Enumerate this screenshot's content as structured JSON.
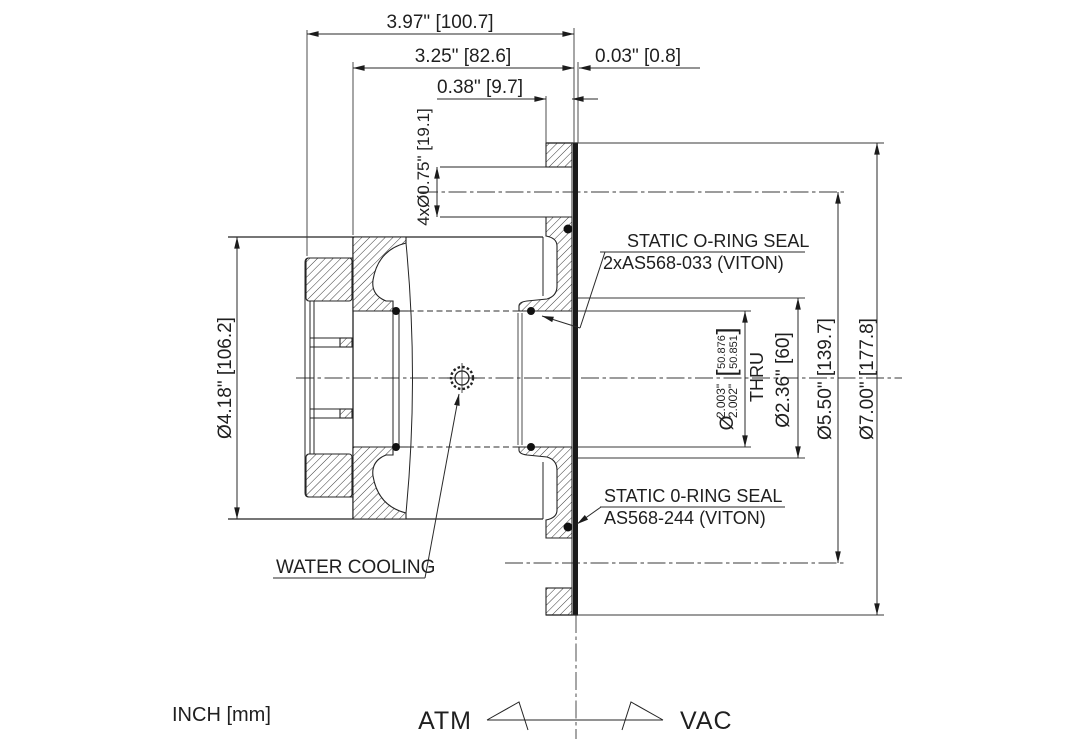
{
  "colors": {
    "ink": "#1f1f1f",
    "line": "#2a2a2a",
    "background": "#ffffff"
  },
  "dims": {
    "overall": {
      "label": "3.97\" [100.7]"
    },
    "insertion": {
      "label": "3.25\" [82.6]"
    },
    "lip": {
      "label": "0.03\" [0.8]"
    },
    "thickness": {
      "label": "0.38\" [9.7]"
    },
    "bolt_holes": {
      "label": "4xØ0.75\" [19.1]"
    },
    "body_od": {
      "label": "Ø4.18\" [106.2]"
    },
    "bore": {
      "dia": "Ø",
      "in_upper": "2.003\"",
      "in_lower": "2.002\"",
      "bracket_open": "[",
      "mm_upper": "50.876",
      "mm_lower": "50.851",
      "bracket_close": "]",
      "thru": "THRU"
    },
    "counterbore": {
      "label": "Ø2.36\" [60]"
    },
    "bolt_circle": {
      "label": "Ø5.50\" [139.7]"
    },
    "flange_od": {
      "label": "Ø7.00\" [177.8]"
    }
  },
  "callouts": {
    "oring_bore": {
      "line1": "STATIC O-RING SEAL",
      "line2": "2xAS568-033 (VITON)"
    },
    "oring_face": {
      "line1": "STATIC 0-RING SEAL",
      "line2": "AS568-244 (VITON)"
    },
    "water": {
      "label": "WATER COOLING"
    }
  },
  "footer": {
    "units": "INCH [mm]",
    "atm": "ATM",
    "vac": "VAC"
  },
  "icons": {
    "water_port": "water-cooling-port-symbol",
    "atm_flag": "atm-side-flag",
    "vac_flag": "vac-side-flag"
  }
}
